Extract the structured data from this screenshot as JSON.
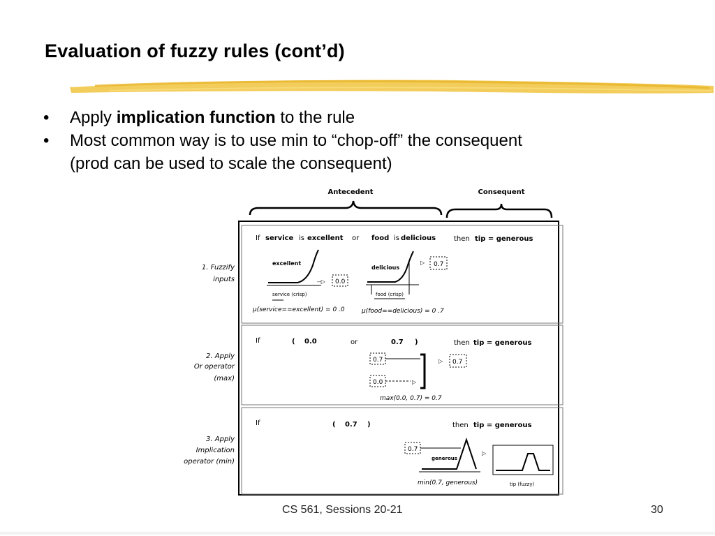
{
  "slide": {
    "title": "Evaluation of fuzzy rules (cont’d)",
    "bullets": [
      {
        "pre": "Apply ",
        "bold": "implication function",
        "post": " to the rule"
      },
      {
        "line1": "Most common way is to use min to “chop-off” the consequent",
        "line2": "(prod can be used to scale the consequent)"
      }
    ]
  },
  "diagram": {
    "brace_antecedent": "Antecedent",
    "brace_consequent": "Consequent",
    "step1": {
      "label_line1": "1. Fuzzify",
      "label_line2": "inputs",
      "rule_if": "If",
      "var1": "service",
      "is1": "is",
      "term1": "excellent",
      "or": "or",
      "var2": "food",
      "is2": "is",
      "term2": "delicious",
      "then": "then",
      "consequent": "tip = generous",
      "mf1_label": "excellent",
      "mf1_axis": "service (crisp)",
      "mf1_value": "0.0",
      "mf2_label": "delicious",
      "mf2_axis": "food (crisp)",
      "mf2_value": "0.7",
      "mu1": "μ(service==excellent) = 0 .0",
      "mu2": "μ(food==delicious) = 0 .7"
    },
    "step2": {
      "label_line1": "2. Apply",
      "label_line2": "Or operator",
      "label_line3": "(max)",
      "rule_if": "If",
      "open": "(",
      "v1": "0.0",
      "or": "or",
      "v2": "0.7",
      "close": ")",
      "then": "then",
      "consequent": "tip = generous",
      "in1": "0.7",
      "in2": "0.0",
      "out": "0.7",
      "formula": "max(0.0, 0.7) = 0.7"
    },
    "step3": {
      "label_line1": "3. Apply",
      "label_line2": "Implication",
      "label_line3": "operator (min)",
      "rule_if": "If",
      "open": "(",
      "v": "0.7",
      "close": ")",
      "then": "then",
      "consequent": "tip = generous",
      "in": "0.7",
      "mf_label": "generous",
      "formula": "min(0.7, generous)",
      "out_label": "tip (fuzzy)"
    }
  },
  "footer": {
    "course": "CS 561,  Sessions 20-21",
    "page": "30"
  }
}
